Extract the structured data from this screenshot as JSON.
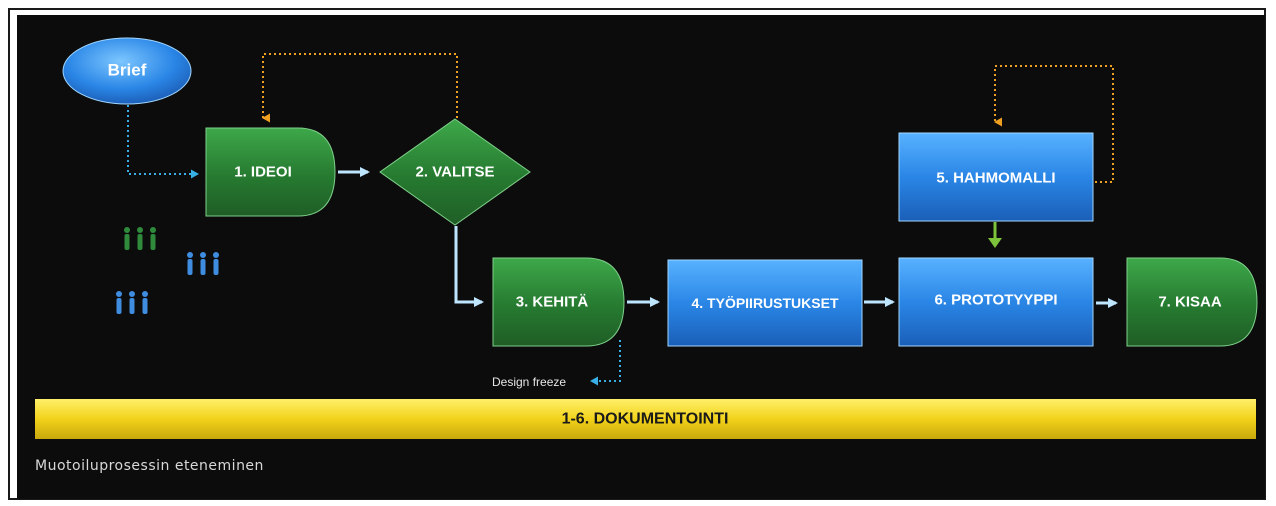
{
  "nodes": {
    "brief": "Brief",
    "ideoi": "1. IDEOI",
    "valitse": "2. VALITSE",
    "kehita": "3. KEHITÄ",
    "tyopiirustukset": "4. TYÖPIIRUSTUKSET",
    "hahmomalli": "5. HAHMOMALLI",
    "prototyyppi": "6. PROTOTYYPPI",
    "kisaa": "7. KISAA"
  },
  "annotations": {
    "design_freeze": "Design freeze"
  },
  "bar": {
    "label": "1-6. DOKUMENTOINTI"
  },
  "caption": "Muotoiluprosessin eteneminen",
  "colors": {
    "background": "#0c0c0c",
    "green": "#2e8b3a",
    "blue": "#2f8fe8",
    "yellow": "#f2d21a",
    "orange_loop": "#f0a020",
    "blue_link": "#38b0e6",
    "arrow": "#bfe6ff",
    "person_green": "#2f8a3c",
    "person_blue": "#3f8de0"
  },
  "icons": [
    "people-group-icon"
  ]
}
